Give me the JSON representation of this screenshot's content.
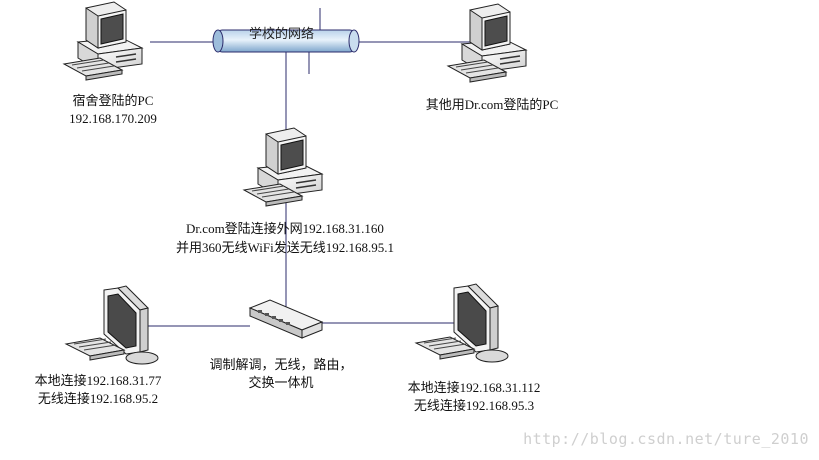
{
  "backbone": {
    "label": "学校的网络"
  },
  "dorm_pc": {
    "line1": "宿舍登陆的PC",
    "line2": "192.168.170.209"
  },
  "other_pc": {
    "line1": "其他用Dr.com登陆的PC"
  },
  "gateway_pc": {
    "line1": "Dr.com登陆连接外网192.168.31.160",
    "line2": "并用360无线WiFi发送无线192.168.95.1"
  },
  "modem": {
    "line1": "调制解调，无线，路由，",
    "line2": "交换一体机"
  },
  "left_pc": {
    "line1": "本地连接192.168.31.77",
    "line2": "无线连接192.168.95.2"
  },
  "right_pc": {
    "line1": "本地连接192.168.31.112",
    "line2": "无线连接192.168.95.3"
  },
  "watermark": "http://blog.csdn.net/ture_2010",
  "colors": {
    "line": "#2b2b6b",
    "pipe_light": "#dbeaf7",
    "pipe_dark": "#7aa3c9",
    "device": "#e9e9e9",
    "screen": "#4d4d4d"
  }
}
